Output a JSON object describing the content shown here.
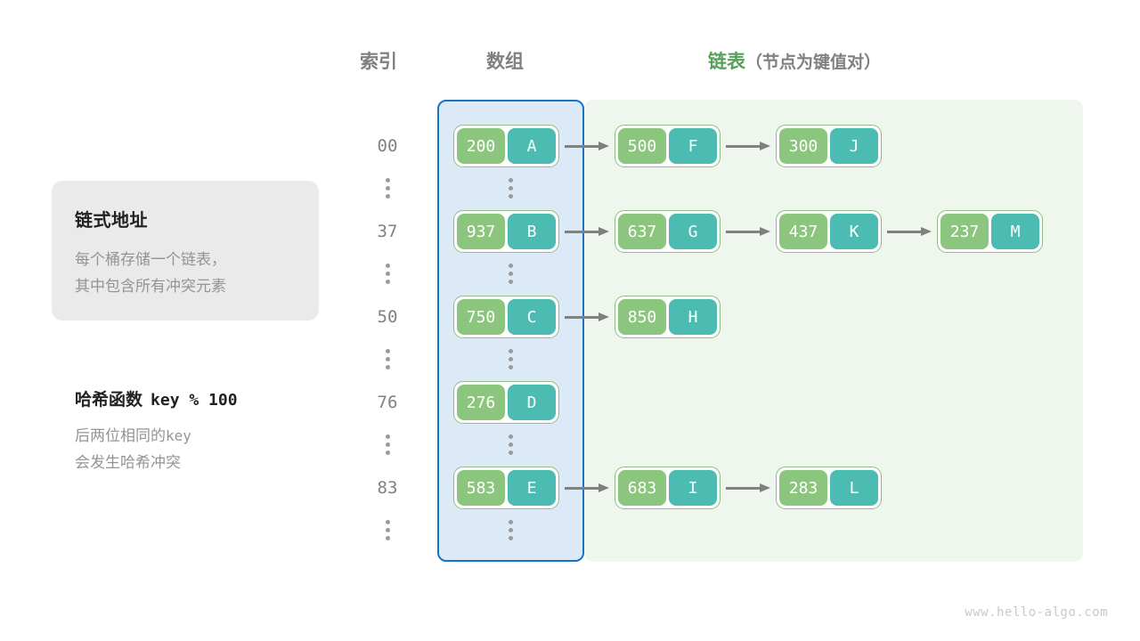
{
  "headers": {
    "index": "索引",
    "array": "数组",
    "list": "链表",
    "list_sub": "（节点为键值对）"
  },
  "info_card": {
    "title": "链式地址",
    "line1": "每个桶存储一个链表，",
    "line2": "其中包含所有冲突元素"
  },
  "hash_note": {
    "title": "哈希函数",
    "formula": "key % 100",
    "line1_prefix": "后两位相同的",
    "line1_code": "key",
    "line2": "会发生哈希冲突"
  },
  "colors": {
    "array_region_bg": "#dceaf7",
    "array_region_border": "#1773c4",
    "list_region_bg": "#eef6ee",
    "node_border": "#8cbf7f",
    "key_box": "#8cc67e",
    "value_box": "#4cbcb2",
    "arrow": "#808080",
    "header_gray": "#808080",
    "header_green": "#57a05a",
    "muted_text": "#949494"
  },
  "buckets": [
    {
      "index": "00",
      "nodes": [
        {
          "key": "200",
          "value": "A"
        },
        {
          "key": "500",
          "value": "F"
        },
        {
          "key": "300",
          "value": "J"
        }
      ]
    },
    {
      "index": "37",
      "nodes": [
        {
          "key": "937",
          "value": "B"
        },
        {
          "key": "637",
          "value": "G"
        },
        {
          "key": "437",
          "value": "K"
        },
        {
          "key": "237",
          "value": "M"
        }
      ]
    },
    {
      "index": "50",
      "nodes": [
        {
          "key": "750",
          "value": "C"
        },
        {
          "key": "850",
          "value": "H"
        }
      ]
    },
    {
      "index": "76",
      "nodes": [
        {
          "key": "276",
          "value": "D"
        }
      ]
    },
    {
      "index": "83",
      "nodes": [
        {
          "key": "583",
          "value": "E"
        },
        {
          "key": "683",
          "value": "I"
        },
        {
          "key": "283",
          "value": "L"
        }
      ]
    }
  ],
  "ellipsis_symbol": "⋮",
  "footer": "www.hello-algo.com"
}
